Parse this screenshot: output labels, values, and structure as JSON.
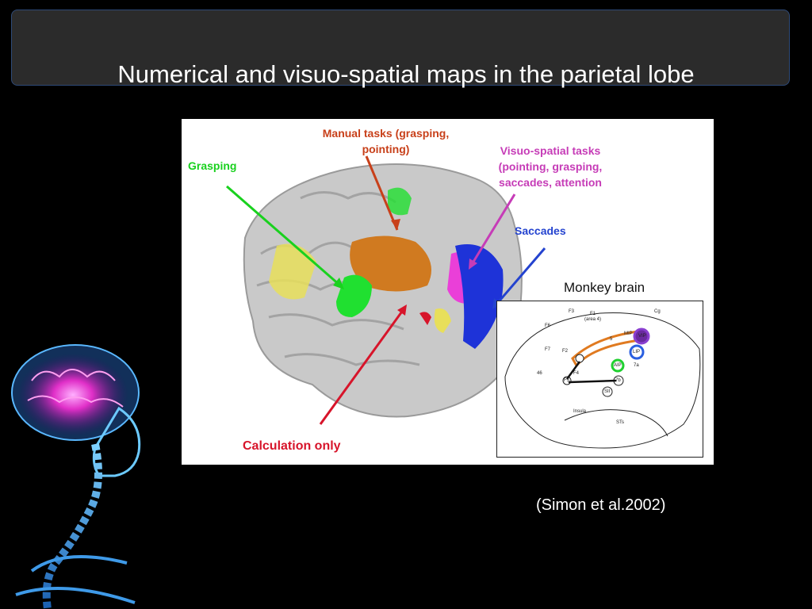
{
  "slide": {
    "title": "Numerical and visuo-spatial maps in the parietal lobe",
    "citation": "(Simon et al.2002)"
  },
  "figure": {
    "labels": {
      "manual_tasks": "Manual tasks (grasping, pointing)",
      "grasping": "Grasping",
      "visuo_spatial": "Visuo-spatial tasks (pointing, grasping, saccades, attention",
      "saccades": "Saccades",
      "calculation": "Calculation only",
      "monkey_brain": "Monkey brain"
    },
    "monkey_areas": {
      "F3": "F3",
      "F1": "F1",
      "area4": "(area 4)",
      "F6": "F6",
      "F7": "F7",
      "F2": "F2",
      "F4": "F4",
      "F5": "F5",
      "Cg": "Cg",
      "VIP": "VIP",
      "LIP": "LIP",
      "AIP": "AIP",
      "7a": "7a",
      "7b": "7b",
      "SII": "SII",
      "46": "46",
      "5": "5",
      "MIP": "MIP",
      "Insula": "Insula",
      "STs": "STs"
    },
    "colors": {
      "manual": "#c8401a",
      "grasping": "#19d11e",
      "visuo_spatial": "#c63cb7",
      "saccades": "#2443cf",
      "calculation": "#d7142a"
    }
  }
}
